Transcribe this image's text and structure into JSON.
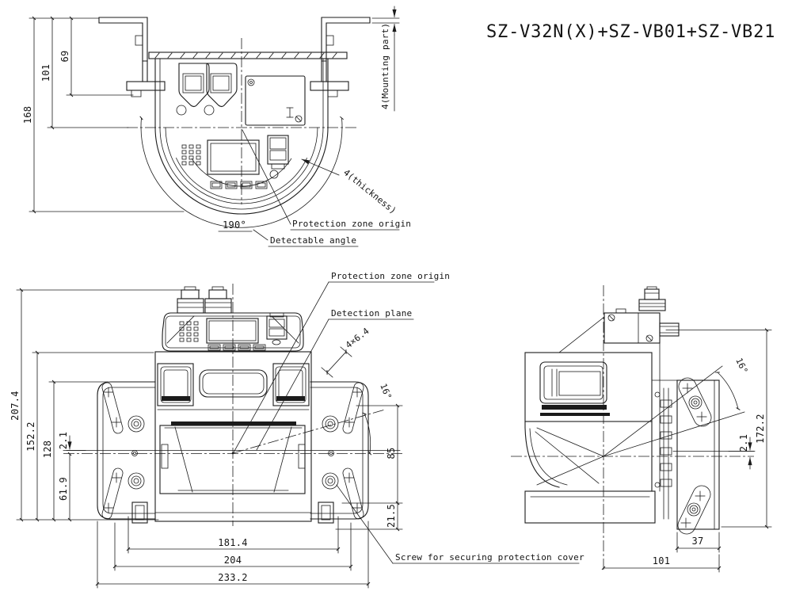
{
  "title": "SZ-V32N(X)+SZ-VB01+SZ-VB21",
  "top_view": {
    "dim_168": "168",
    "dim_101": "101",
    "dim_69": "69",
    "mounting_part": "4(Mounting part)",
    "thickness": "4(thickness)",
    "angle": "190°",
    "origin_label": "Protection zone origin",
    "detectable_label": "Detectable angle"
  },
  "front_view": {
    "dim_207_4": "207.4",
    "dim_152_2": "152.2",
    "dim_128": "128",
    "dim_2_1": "2.1",
    "dim_61_9": "61.9",
    "dim_85": "85",
    "dim_21_5": "21.5",
    "dim_181_4": "181.4",
    "dim_204": "204",
    "dim_233_2": "233.2",
    "slot": "4×6.4",
    "angle": "16°",
    "origin_label": "Protection zone origin",
    "plane_label": "Detection plane",
    "screw_label": "Screw for securing protection cover"
  },
  "side_view": {
    "dim_172_2": "172.2",
    "dim_2_1": "2.1",
    "angle": "16°",
    "dim_37": "37",
    "dim_101": "101"
  }
}
